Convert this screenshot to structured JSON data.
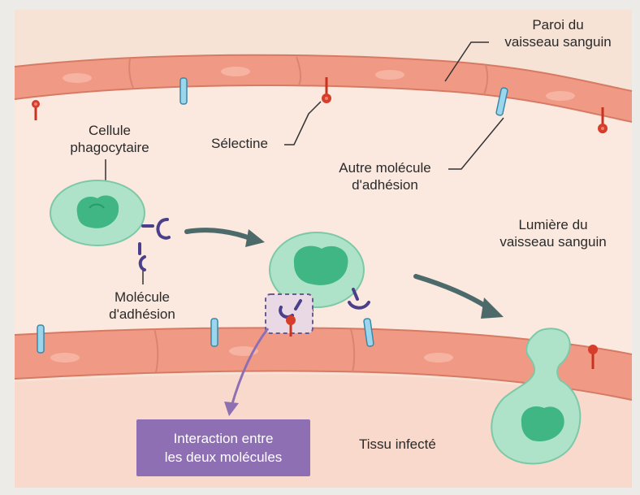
{
  "labels": {
    "vessel_wall": "Paroi du\nvaisseau sanguin",
    "phagocyte": "Cellule\nphagocytaire",
    "selectin": "Sélectine",
    "other_adhesion_molecule": "Autre molécule\nd'adhésion",
    "vessel_lumen": "Lumière du\nvaisseau sanguin",
    "adhesion_molecule": "Molécule\nd'adhésion",
    "interaction_box": "Interaction entre\nles deux molécules",
    "infected_tissue": "Tissu infecté"
  },
  "colors": {
    "wall_fill": "#f0a089",
    "wall_dark": "#d9826d",
    "lumen": "#fbe7dc",
    "tissue": "#f6d6c8",
    "cell_fill": "#aee3c9",
    "cell_nucleus": "#3fb684",
    "adhesion": "#4b3f8c",
    "selectin": "#d63d2a",
    "molecule_blue": "#7fc9e6",
    "arrow": "#4d6a6a",
    "callout": "#8e6fb3"
  }
}
